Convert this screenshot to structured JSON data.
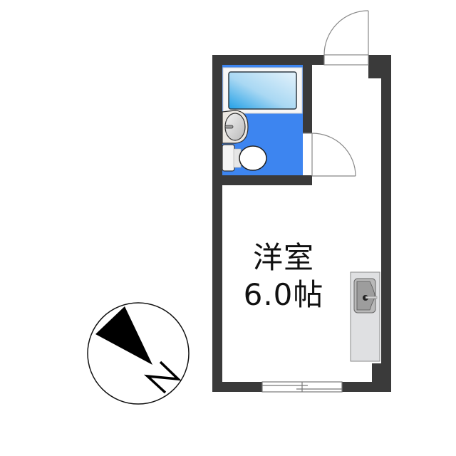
{
  "floor_plan": {
    "rooms": [
      {
        "name": "洋室",
        "size": "6.0帖",
        "type": "western-room"
      },
      {
        "type": "unit-bath",
        "fixtures": [
          "bathtub",
          "wash-basin",
          "toilet"
        ]
      },
      {
        "type": "kitchen",
        "fixtures": [
          "sink-counter"
        ]
      },
      {
        "type": "entrance"
      }
    ],
    "compass": {
      "label": "N"
    },
    "colors": {
      "wall": "#3a3a3a",
      "bath_floor": "#3d85f0",
      "bathtub_water": "#8cc8ef",
      "counter": "#dfe0e2",
      "line": "#888888"
    }
  }
}
